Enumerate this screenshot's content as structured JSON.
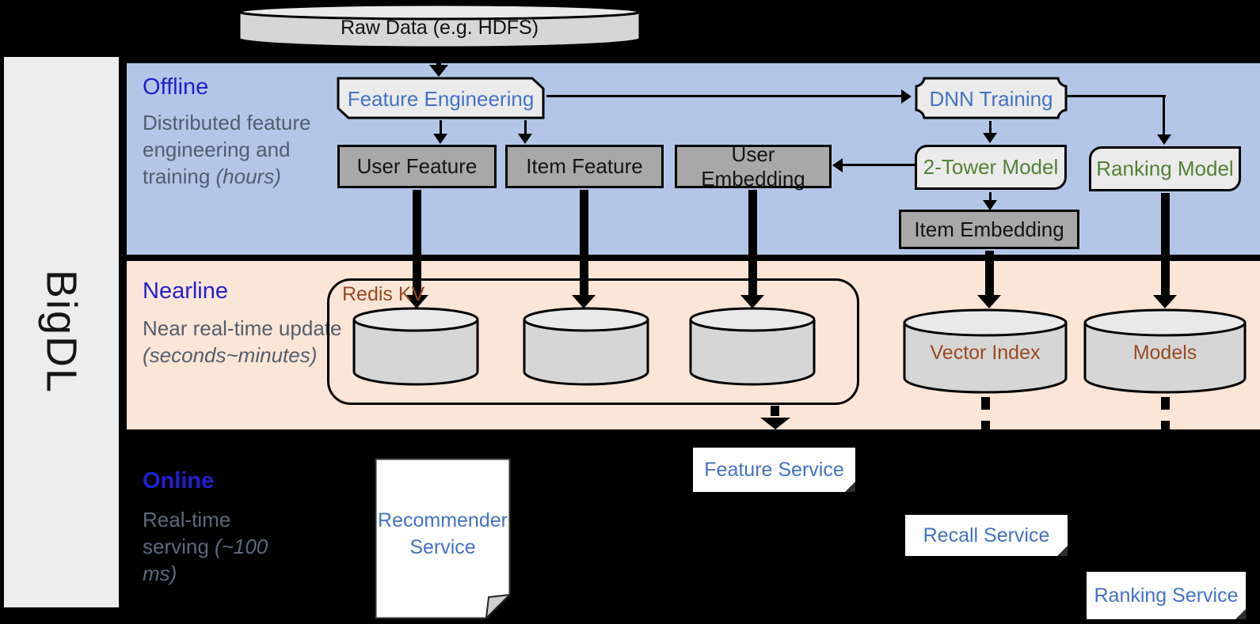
{
  "palette": {
    "offline_band": "#b3c6e7",
    "nearline_band": "#fbe5d6",
    "background": "#000000",
    "gray_node": "#a8a8a8",
    "light_node": "#ebebeb",
    "cylinder_fill": "#d6d6d6",
    "blue_text": "#4472c4",
    "band_title_blue": "#2121cf",
    "green_text": "#538135",
    "brown_text": "#9a4a22"
  },
  "sidebar": {
    "label": "BigDL"
  },
  "source": {
    "label": "Raw Data (e.g. HDFS)"
  },
  "bands": {
    "offline": {
      "title": "Offline",
      "desc": "Distributed feature engineering and training ",
      "desc_italic": "(hours)"
    },
    "nearline": {
      "title": "Nearline",
      "desc": "Near real-time update ",
      "desc_italic": "(seconds~minutes)"
    },
    "online": {
      "title": "Online",
      "desc": "Real-time serving ",
      "desc_italic": "(~100 ms)"
    }
  },
  "offline_nodes": {
    "feature_engineering": "Feature Engineering",
    "dnn_training": "DNN Training",
    "user_feature": "User Feature",
    "item_feature": "Item Feature",
    "user_embedding": "User Embedding",
    "two_tower_model": "2-Tower Model",
    "ranking_model": "Ranking Model",
    "item_embedding": "Item Embedding"
  },
  "nearline_nodes": {
    "redis_kv": "Redis KV",
    "vector_index": "Vector Index",
    "models": "Models"
  },
  "online_nodes": {
    "recommender_service": "Recommender Service",
    "feature_service": "Feature Service",
    "recall_service": "Recall Service",
    "ranking_service": "Ranking Service"
  }
}
